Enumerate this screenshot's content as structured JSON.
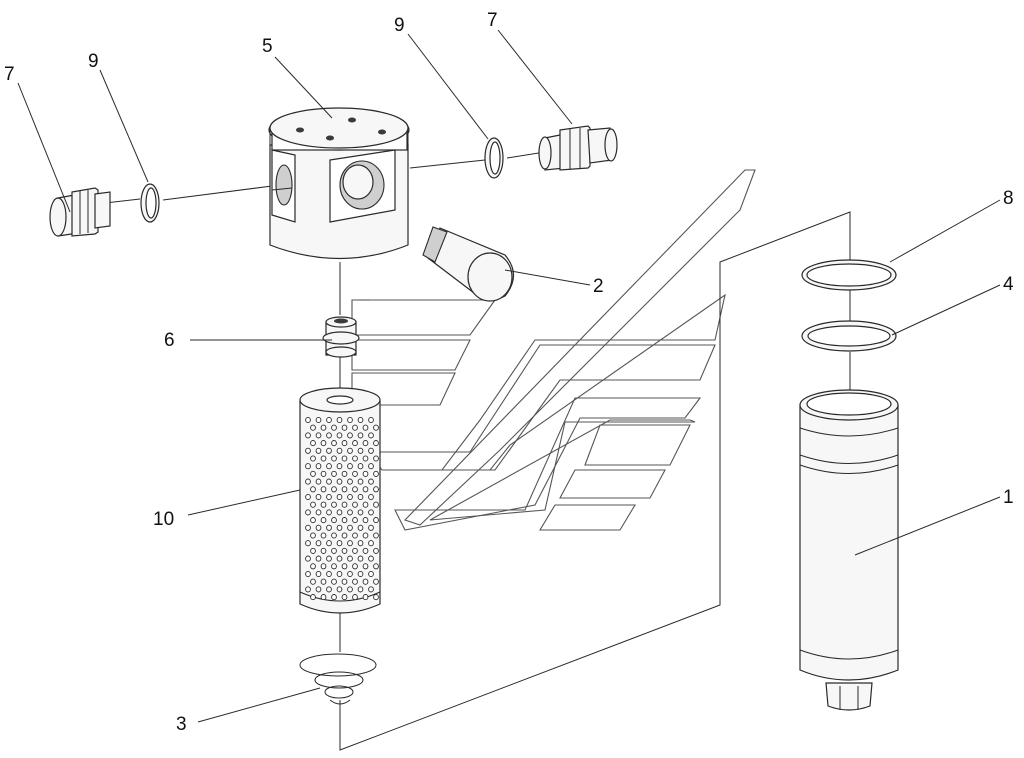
{
  "diagram": {
    "callouts": [
      {
        "id": "c7a",
        "label": "7"
      },
      {
        "id": "c9a",
        "label": "9"
      },
      {
        "id": "c5",
        "label": "5"
      },
      {
        "id": "c9b",
        "label": "9"
      },
      {
        "id": "c7b",
        "label": "7"
      },
      {
        "id": "c8",
        "label": "8"
      },
      {
        "id": "c4",
        "label": "4"
      },
      {
        "id": "c2",
        "label": "2"
      },
      {
        "id": "c6",
        "label": "6"
      },
      {
        "id": "c10",
        "label": "10"
      },
      {
        "id": "c1",
        "label": "1"
      },
      {
        "id": "c3",
        "label": "3"
      }
    ]
  },
  "colors": {
    "line": "#2a2a2a",
    "fill": "#f7f7f7",
    "watermark": "#555555"
  }
}
